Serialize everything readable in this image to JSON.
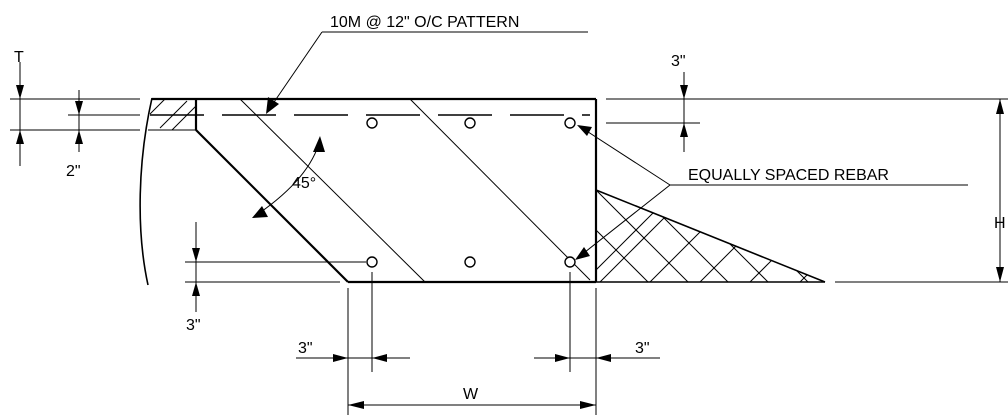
{
  "labels": {
    "pattern": "10M @ 12\" O/C PATTERN",
    "rebar": "EQUALLY SPACED REBAR",
    "angle": "45°",
    "t": "T",
    "two_inch": "2\"",
    "three_top": "3\"",
    "h": "H",
    "three_left": "3\"",
    "three_bottom_left": "3\"",
    "three_bottom_right": "3\"",
    "w": "W"
  },
  "colors": {
    "line": "#000000",
    "background": "#ffffff"
  }
}
